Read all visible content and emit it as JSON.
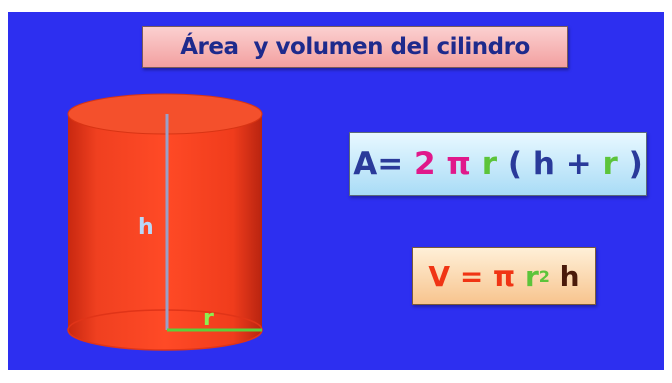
{
  "title": "Área  y volumen del cilindro",
  "diagram": {
    "height_label": "h",
    "radius_label": "r"
  },
  "formula_area": {
    "lhs": "A",
    "eq": "=",
    "coef": "2",
    "pi": "π",
    "r1": "r",
    "lparen": "(",
    "h": "h",
    "plus": "+",
    "r2": "r",
    "rparen": ")"
  },
  "formula_volume": {
    "lhs": "V",
    "eq": "=",
    "pi": "π",
    "r": "r",
    "exp": "2",
    "h": "h"
  },
  "colors": {
    "background": "#2d2ff0",
    "cylinder": "#f23a1a",
    "accent_magenta": "#e0188a",
    "accent_green": "#5cc43a",
    "accent_red": "#f03414",
    "formula_text": "#2a3a9a"
  }
}
